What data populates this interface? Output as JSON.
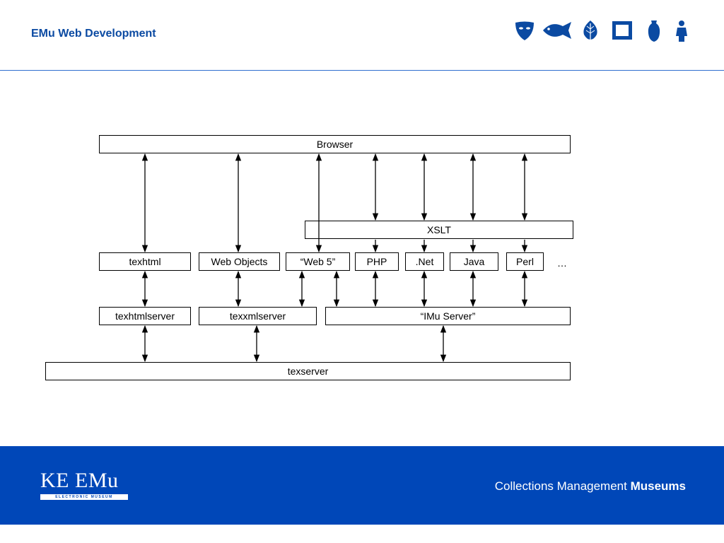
{
  "header": {
    "title": "EMu Web Development",
    "icons": [
      "mask-icon",
      "fish-icon",
      "leaf-icon",
      "frame-icon",
      "vase-icon",
      "statue-icon"
    ],
    "accent_color": "#0b4aa2"
  },
  "diagram": {
    "browser": "Browser",
    "xslt": "XSLT",
    "clients": [
      "texhtml",
      "Web Objects",
      "“Web 5”",
      "PHP",
      ".Net",
      "Java",
      "Perl"
    ],
    "ellipsis": "…",
    "servers": [
      "texhtmlserver",
      "texxmlserver",
      "“IMu Server”"
    ],
    "base": "texserver"
  },
  "footer": {
    "logo_text": "KE EMu",
    "logo_subtext": "ELECTRONIC MUSEUM",
    "tagline_regular": "Collections Management ",
    "tagline_bold": "Museums",
    "background_color": "#0047b8"
  }
}
